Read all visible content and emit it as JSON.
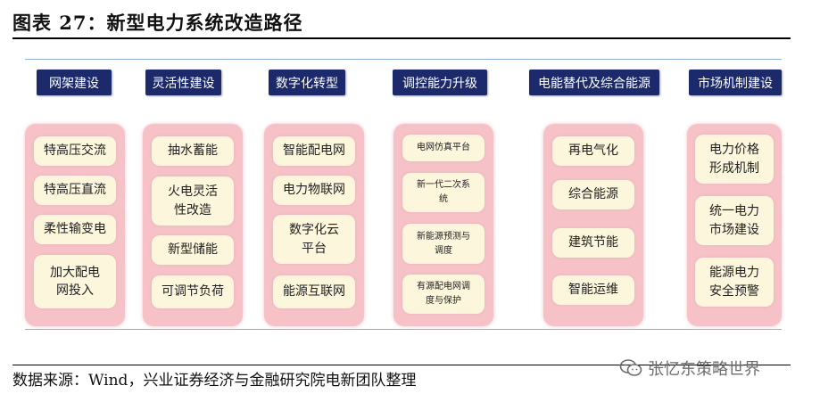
{
  "figure": {
    "title": "图表 27：新型电力系统改造路径",
    "source": "数据来源：Wind，兴业证券经济与金融研究院电新团队整理",
    "watermark": "张忆东策略世界"
  },
  "columns": [
    {
      "header": "网架建设",
      "items": [
        "特高压交流",
        "特高压直流",
        "柔性输变电",
        "加大配电\n网投入"
      ]
    },
    {
      "header": "灵活性建设",
      "items": [
        "抽水蓄能",
        "火电灵活\n性改造",
        "新型储能",
        "可调节负荷"
      ]
    },
    {
      "header": "数字化转型",
      "items": [
        "智能配电网",
        "电力物联网",
        "数字化云\n平台",
        "能源互联网"
      ]
    },
    {
      "header": "调控能力升级",
      "items": [
        "电网仿真平台",
        "新一代二次系\n统",
        "新能源预测与\n调度",
        "有源配电网调\n度与保护"
      ]
    },
    {
      "header": "电能替代及综合能源",
      "items": [
        "再电气化",
        "综合能源",
        "建筑节能",
        "智能运维"
      ]
    },
    {
      "header": "市场机制建设",
      "items": [
        "电力价格\n形成机制",
        "统一电力\n市场建设",
        "能源电力\n安全预警"
      ]
    }
  ]
}
